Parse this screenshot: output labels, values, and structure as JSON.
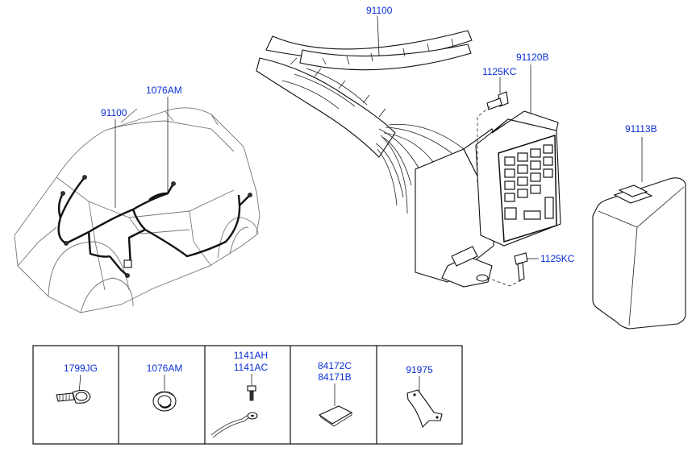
{
  "labels": {
    "harness_top": "91100",
    "harness_car": "91100",
    "grommet_car": "1076AM",
    "junction_box": "91120B",
    "bolt_upper": "1125KC",
    "bolt_lower": "1125KC",
    "cover": "91113B"
  },
  "parts_table": [
    {
      "lines": [
        "1799JG"
      ],
      "icon": "cable-tie-icon"
    },
    {
      "lines": [
        "1076AM"
      ],
      "icon": "grommet-icon"
    },
    {
      "lines": [
        "1141AH",
        "1141AC"
      ],
      "icon": "ground-bolt-icon"
    },
    {
      "lines": [
        "84172C",
        "84171B"
      ],
      "icon": "pad-icon"
    },
    {
      "lines": [
        "91975"
      ],
      "icon": "bracket-icon"
    }
  ]
}
